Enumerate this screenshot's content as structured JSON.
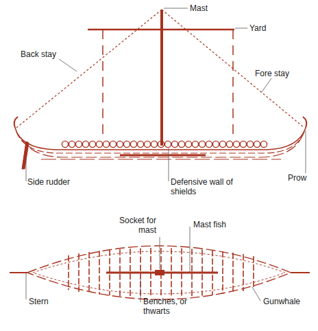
{
  "diagram": {
    "labels": [
      "Mast",
      "Yard",
      "Back stay",
      "Fore stay",
      "Side rudder",
      "Defensive wall of shields",
      "Prow",
      "Socket for mast",
      "Mast fish",
      "Stern",
      "Benches, or thwarts",
      "Gunwhale"
    ]
  }
}
